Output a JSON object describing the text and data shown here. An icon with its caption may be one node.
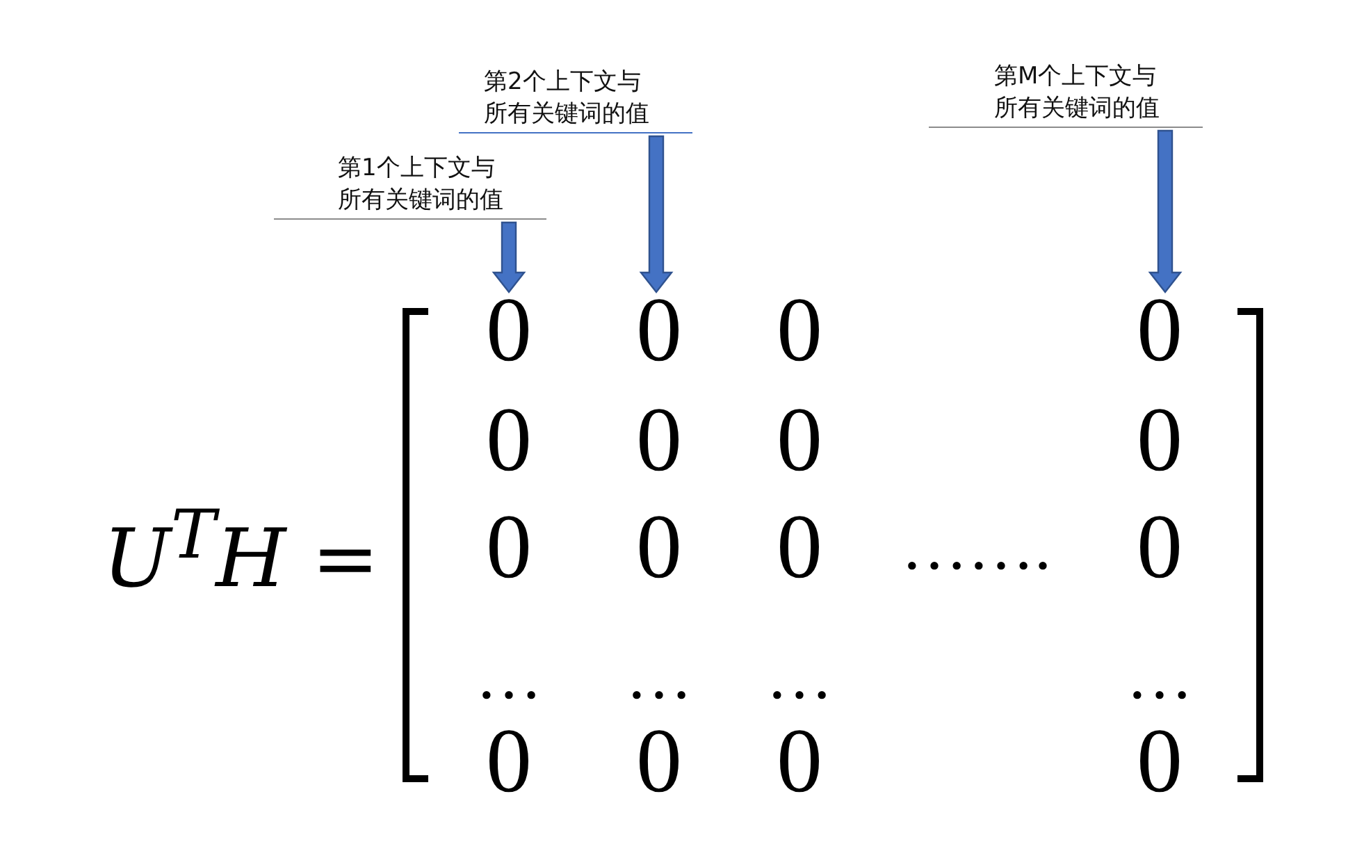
{
  "diagram": {
    "nodes": [
      {
        "text": [
          "第2个上下文与所有关键词的值"
        ]
      },
      {
        "text": [
          "第M个上下文与所有关键词的值"
        ]
      },
      {
        "text": [
          "第1个上下文与所有关键词的值"
        ]
      },
      {
        "text": [
          "0"
        ]
      },
      {
        "text": [
          "0"
        ]
      },
      {
        "text": [
          "0"
        ]
      }
    ],
    "edges": [
      {
        "from": 2,
        "to": 3,
        "arrow": "to"
      },
      {
        "from": 0,
        "to": 4,
        "arrow": "to"
      },
      {
        "from": 1,
        "to": 5,
        "arrow": "to"
      }
    ],
    "labels": [
      "U$^{T}$H =",
      "0",
      "0",
      "0",
      "0",
      "0",
      "0",
      "0",
      "0",
      "…….",
      "0",
      "…",
      "…",
      "…",
      "…",
      "0",
      "0",
      "0",
      "0"
    ]
  }
}
